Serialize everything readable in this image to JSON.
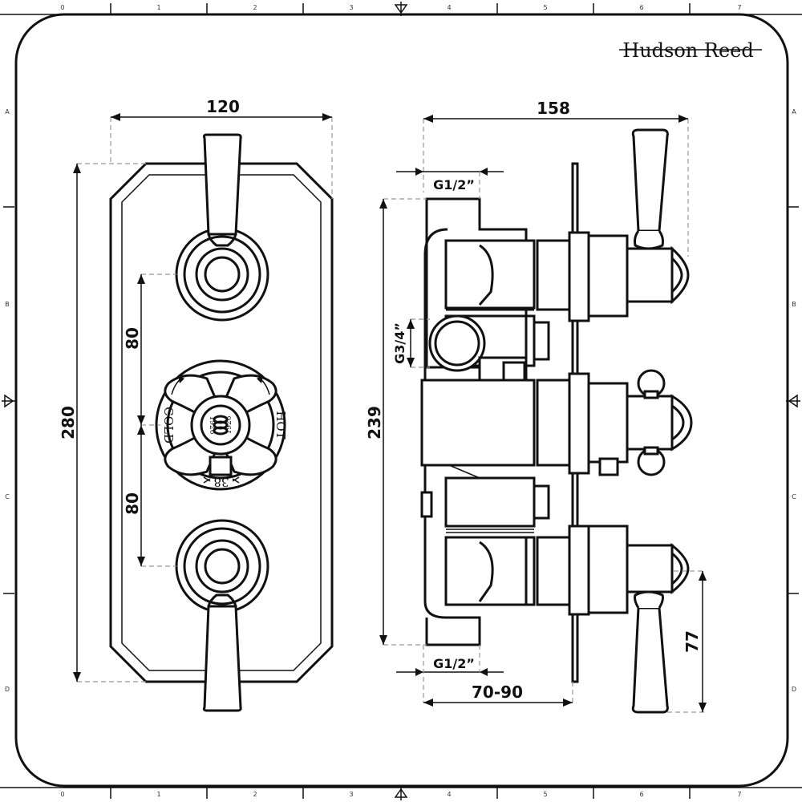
{
  "brand": "Hudson Reed",
  "grid": {
    "columns": [
      "0",
      "1",
      "2",
      "3",
      "4",
      "5",
      "6",
      "7"
    ],
    "rows": [
      "A",
      "B",
      "C",
      "D"
    ]
  },
  "dimensions": {
    "front_width": "120",
    "front_height": "280",
    "spacing_upper": "80",
    "spacing_lower": "80",
    "side_depth": "158",
    "side_height": "239",
    "wall_depth": "70-90",
    "handle_offset": "77",
    "thread_top": "G1/2”",
    "thread_mid": "G3/4”",
    "thread_bottom": "G1/2”"
  },
  "valve_markings": {
    "cold": "COLD",
    "hot": "HOT",
    "temp": "38",
    "ring_left": "1926",
    "ring_right": "1926"
  }
}
